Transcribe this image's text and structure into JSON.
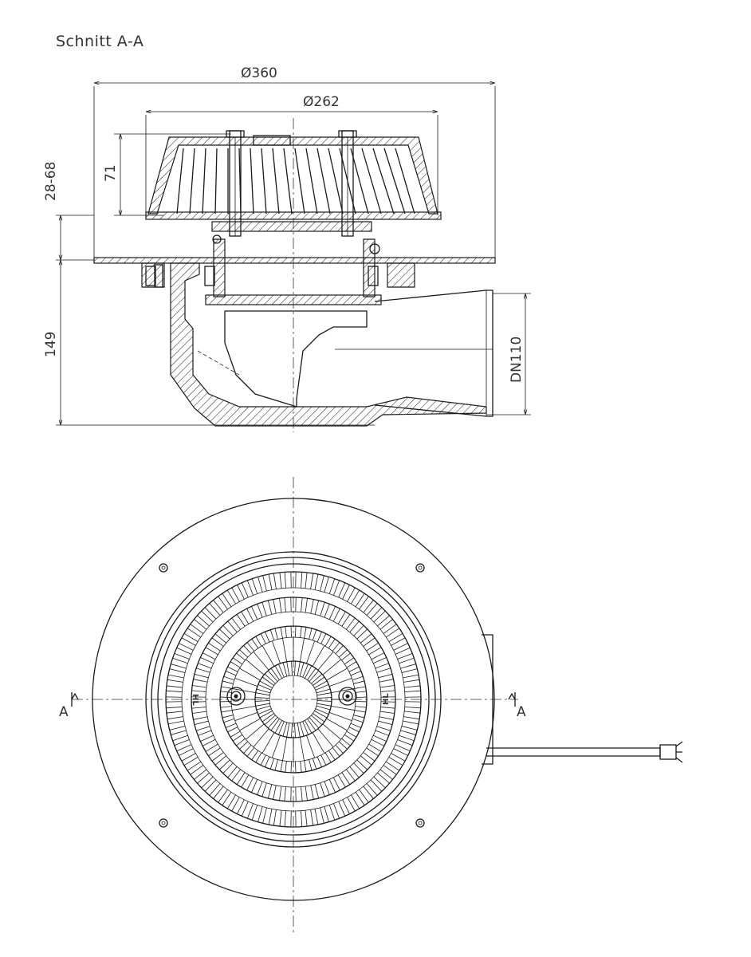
{
  "title": "Schnitt A-A",
  "dimensions": {
    "outer_diameter": "Ø360",
    "grate_diameter": "Ø262",
    "height_grate": "71",
    "height_range": "28-68",
    "height_body": "149",
    "outlet": "DN110"
  },
  "section_marks": {
    "left": "A",
    "right": "A"
  },
  "grate_marks": {
    "left": "HL",
    "right": "HL"
  }
}
